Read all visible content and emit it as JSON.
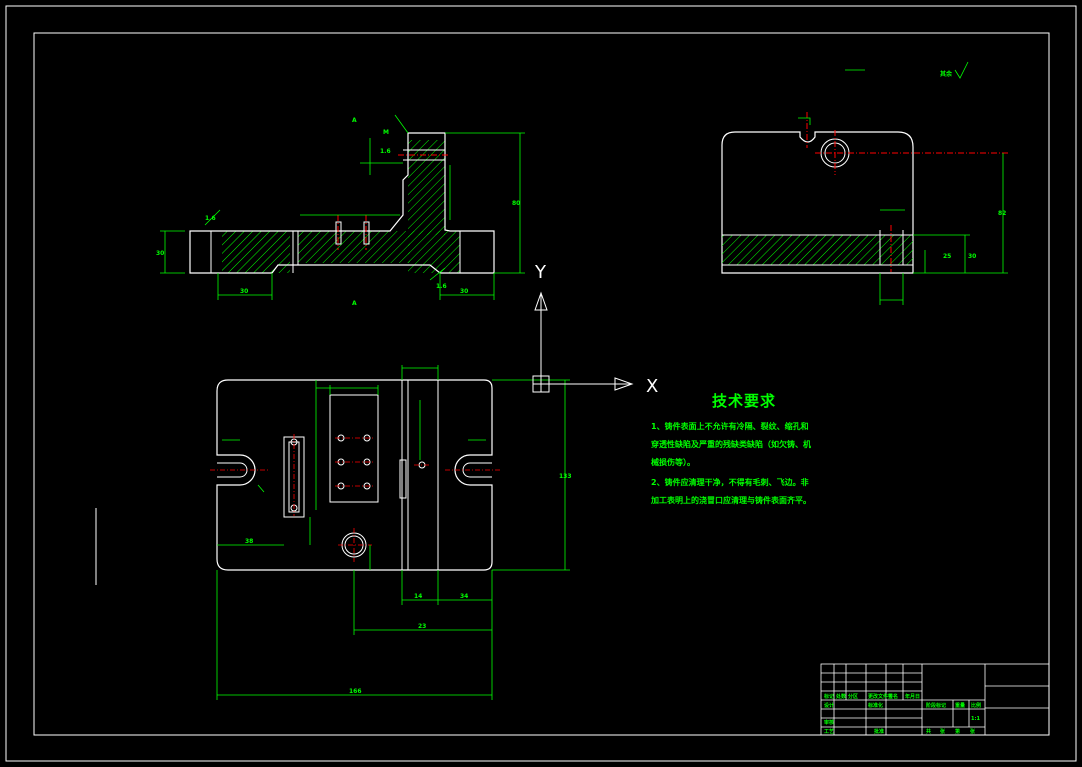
{
  "drawing": {
    "colors": {
      "background": "#000000",
      "border": "#ffffff",
      "outline": "#ffffff",
      "dimension": "#00ff00",
      "hatch": "#00ff00",
      "centerline": "#ff0000",
      "axis": "#ffffff"
    },
    "axis_labels": {
      "x": "X",
      "y": "Y"
    },
    "technical_requirements": {
      "title": "技术要求",
      "line1": "1、铸件表面上不允许有冷隔、裂纹、缩孔和",
      "line2": "穿透性缺陷及严重的残缺类缺陷（如欠铸、机",
      "line3": "械损伤等）。",
      "line4": "2、铸件应清理干净，不得有毛刺、飞边。非",
      "line5": "加工表明上的浇冒口应清理与铸件表面齐平。"
    },
    "dimensions": {
      "front_left_width": "30",
      "front_right_width": "30",
      "front_height_left": "30",
      "front_total_height": "80",
      "top_overall_width": "166",
      "top_left_offset": "38",
      "top_mid_14": "14",
      "top_mid_23": "23",
      "top_mid_34": "34",
      "top_height_133": "133",
      "side_height_82": "82",
      "side_height_30": "30",
      "side_height_25": "25",
      "roughness": "1.6"
    },
    "title_block": {
      "scale": "1:1"
    }
  }
}
